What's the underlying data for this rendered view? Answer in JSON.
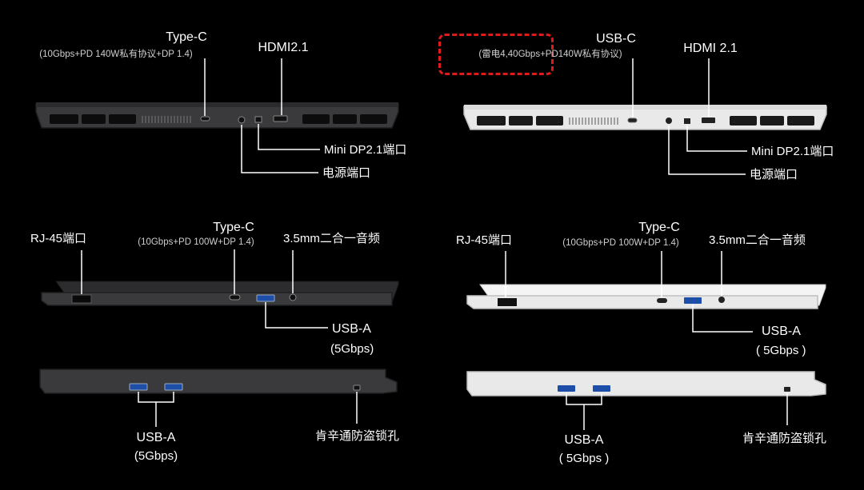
{
  "colors": {
    "dark_body": "#3a3a3c",
    "dark_edge": "#1e1e20",
    "light_body": "#e9e9ea",
    "light_edge": "#bfbfc1",
    "highlight": "#e01a1a",
    "line": "#ffffff"
  },
  "dark_rear": {
    "typec_title": "Type-C",
    "typec_spec": "(10Gbps+PD 140W私有协议+DP 1.4)",
    "hdmi": "HDMI2.1",
    "minidp": "Mini DP2.1端口",
    "power": "电源端口"
  },
  "light_rear": {
    "usbc_title": "USB-C",
    "usbc_spec": "(雷电4,40Gbps+PD140W私有协议)",
    "hdmi": "HDMI 2.1",
    "minidp": "Mini DP2.1端口",
    "power": "电源端口"
  },
  "dark_left": {
    "rj45": "RJ-45端口",
    "typec_title": "Type-C",
    "typec_spec": "(10Gbps+PD 100W+DP 1.4)",
    "audio": "3.5mm二合一音频",
    "usba": "USB-A",
    "usba_speed": "(5Gbps)"
  },
  "light_left": {
    "rj45": "RJ-45端口",
    "typec_title": "Type-C",
    "typec_spec": "(10Gbps+PD 100W+DP 1.4)",
    "audio": "3.5mm二合一音频",
    "usba": "USB-A",
    "usba_speed": "( 5Gbps )"
  },
  "dark_right": {
    "usba": "USB-A",
    "usba_speed": "(5Gbps)",
    "lock": "肯辛通防盗锁孔"
  },
  "light_right": {
    "usba": "USB-A",
    "usba_speed": "( 5Gbps )",
    "lock": "肯辛通防盗锁孔"
  }
}
